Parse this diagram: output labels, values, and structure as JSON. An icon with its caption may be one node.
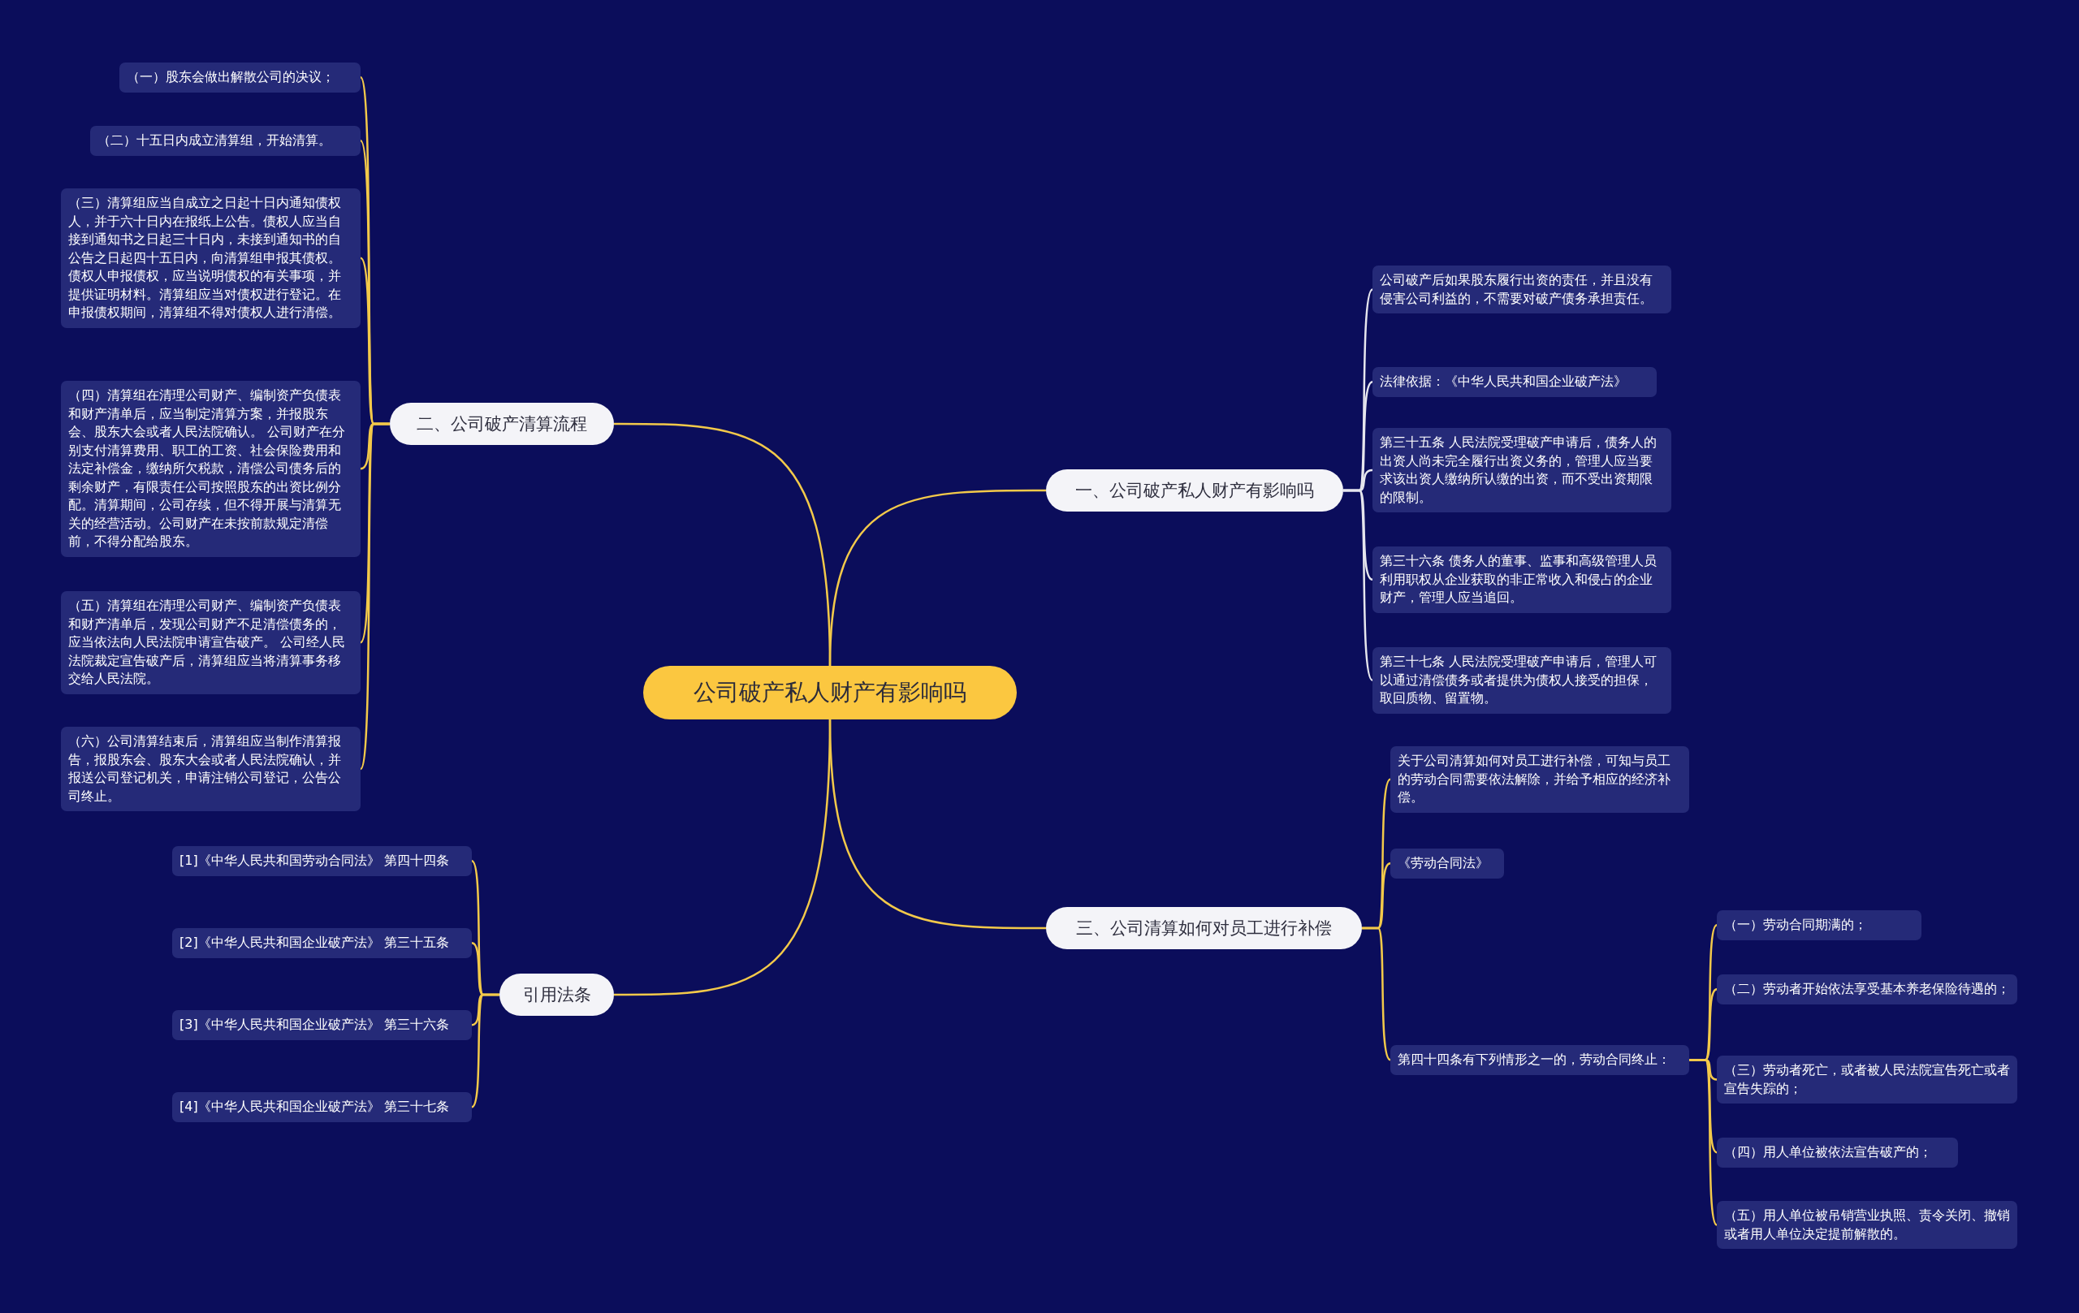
{
  "diagram": {
    "nodes": [
      {
        "text": [
          "公司破产私人财产有影响吗"
        ]
      },
      {
        "text": [
          "一、公司破产私人财产有影响吗"
        ]
      },
      {
        "text": [
          "公司破产后如果股东履行出资的责任，并且没有侵害公司利益的，不需要对破产债务承担责任。"
        ]
      },
      {
        "text": [
          "法律依据：《中华人民共和国企业破产法》"
        ]
      },
      {
        "text": [
          "第三十五条 人民法院受理破产申请后，债务人的出资人尚未完全履行出资义务的，管理人应当要求该出资人缴纳所认缴的出资，而不受出资期限的限制。"
        ]
      },
      {
        "text": [
          "第三十六条 债务人的董事、监事和高级管理人员利用职权从企业获取的非正常收入和侵占的企业财产，管理人应当追回。"
        ]
      },
      {
        "text": [
          "第三十七条 人民法院受理破产申请后，管理人可以通过清偿债务或者提供为债权人接受的担保，取回质物、留置物。"
        ]
      },
      {
        "text": [
          "二、公司破产清算流程"
        ]
      },
      {
        "text": [
          "（一）股东会做出解散公司的决议；"
        ]
      },
      {
        "text": [
          "（二）十五日内成立清算组，开始清算。"
        ]
      },
      {
        "text": [
          "（三）清算组应当自成立之日起十日内通知债权人，并于六十日内在报纸上公告。债权人应当自接到通知书之日起三十日内，未接到通知书的自公告之日起四十五日内，向清算组申报其债权。债权人申报债权，应当说明债权的有关事项，并提供证明材料。清算组应当对债权进行登记。在申报债权期间，清算组不得对债权人进行清偿。"
        ]
      },
      {
        "text": [
          "（四）清算组在清理公司财产、编制资产负债表和财产清单后，应当制定清算方案，并报股东会、股东大会或者人民法院确认。 公司财产在分别支付清算费用、职工的工资、社会保险费用和法定补偿金，缴纳所欠税款，清偿公司债务后的剩余财产，有限责任公司按照股东的出资比例分配。清算期间，公司存续，但不得开展与清算无关的经营活动。公司财产在未按前款规定清偿前，不得分配给股东。"
        ]
      },
      {
        "text": [
          "（五）清算组在清理公司财产、编制资产负债表和财产清单后，发现公司财产不足清偿债务的，应当依法向人民法院申请宣告破产。 公司经人民法院裁定宣告破产后，清算组应当将清算事务移交给人民法院。"
        ]
      },
      {
        "text": [
          "（六）公司清算结束后，清算组应当制作清算报告，报股东会、股东大会或者人民法院确认，并报送公司登记机关，申请注销公司登记，公告公司终止。"
        ]
      },
      {
        "text": [
          "三、公司清算如何对员工进行补偿"
        ]
      },
      {
        "text": [
          "关于公司清算如何对员工进行补偿，可知与员工的劳动合同需要依法解除，并给予相应的经济补偿。"
        ]
      },
      {
        "text": [
          "《劳动合同法》"
        ]
      },
      {
        "text": [
          "第四十四条有下列情形之一的，劳动合同终止："
        ]
      },
      {
        "text": [
          "（一）劳动合同期满的；"
        ]
      },
      {
        "text": [
          "（二）劳动者开始依法享受基本养老保险待遇的；"
        ]
      },
      {
        "text": [
          "（三）劳动者死亡，或者被人民法院宣告死亡或者宣告失踪的；"
        ]
      },
      {
        "text": [
          "（四）用人单位被依法宣告破产的；"
        ]
      },
      {
        "text": [
          "（五）用人单位被吊销营业执照、责令关闭、撤销或者用人单位决定提前解散的。"
        ]
      },
      {
        "text": [
          "引用法条"
        ]
      },
      {
        "text": [
          "[1]《中华人民共和国劳动合同法》 第四十四条"
        ]
      },
      {
        "text": [
          "[2]《中华人民共和国企业破产法》 第三十五条"
        ]
      },
      {
        "text": [
          "[3]《中华人民共和国企业破产法》 第三十六条"
        ]
      },
      {
        "text": [
          "[4]《中华人民共和国企业破产法》 第三十七条"
        ]
      }
    ],
    "edges": [
      {
        "from": 0,
        "to": 1,
        "arrow": "none"
      },
      {
        "from": 1,
        "to": 2,
        "arrow": "none",
        "color": "#e6e6ee"
      },
      {
        "from": 1,
        "to": 3,
        "arrow": "none",
        "color": "#e6e6ee"
      },
      {
        "from": 1,
        "to": 4,
        "arrow": "none",
        "color": "#e6e6ee"
      },
      {
        "from": 1,
        "to": 5,
        "arrow": "none",
        "color": "#e6e6ee"
      },
      {
        "from": 1,
        "to": 6,
        "arrow": "none",
        "color": "#e6e6ee"
      },
      {
        "from": 0,
        "to": 7,
        "arrow": "none"
      },
      {
        "from": 7,
        "to": 8,
        "arrow": "none"
      },
      {
        "from": 7,
        "to": 9,
        "arrow": "none"
      },
      {
        "from": 7,
        "to": 10,
        "arrow": "none"
      },
      {
        "from": 7,
        "to": 11,
        "arrow": "none"
      },
      {
        "from": 7,
        "to": 12,
        "arrow": "none"
      },
      {
        "from": 7,
        "to": 13,
        "arrow": "none"
      },
      {
        "from": 0,
        "to": 14,
        "arrow": "none"
      },
      {
        "from": 14,
        "to": 15,
        "arrow": "none"
      },
      {
        "from": 14,
        "to": 16,
        "arrow": "none"
      },
      {
        "from": 14,
        "to": 17,
        "arrow": "none"
      },
      {
        "from": 17,
        "to": 18,
        "arrow": "none"
      },
      {
        "from": 17,
        "to": 19,
        "arrow": "none"
      },
      {
        "from": 17,
        "to": 20,
        "arrow": "none"
      },
      {
        "from": 17,
        "to": 21,
        "arrow": "none"
      },
      {
        "from": 17,
        "to": 22,
        "arrow": "none"
      },
      {
        "from": 0,
        "to": 23,
        "arrow": "none"
      },
      {
        "from": 23,
        "to": 24,
        "arrow": "none"
      },
      {
        "from": 23,
        "to": 25,
        "arrow": "none"
      },
      {
        "from": 23,
        "to": 26,
        "arrow": "none"
      },
      {
        "from": 23,
        "to": 27,
        "arrow": "none"
      }
    ]
  }
}
